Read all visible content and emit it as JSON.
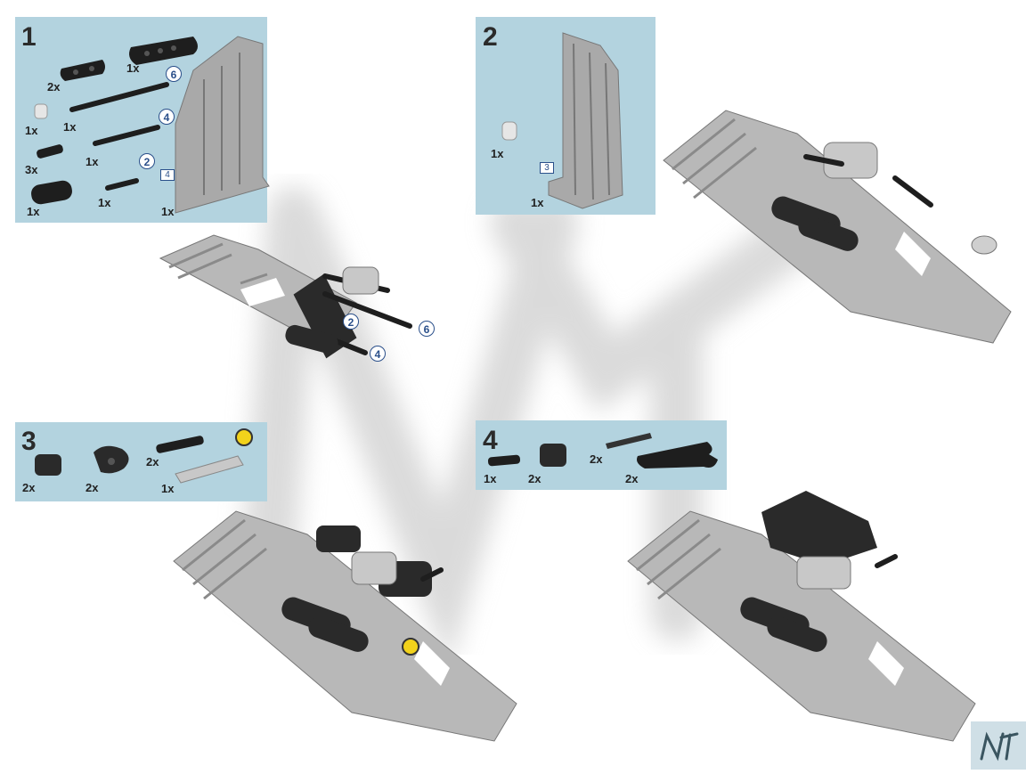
{
  "steps": [
    {
      "number": "1",
      "parts": [
        {
          "qty": "2x"
        },
        {
          "qty": "1x"
        },
        {
          "qty": "1x"
        },
        {
          "qty": "1x"
        },
        {
          "qty": "3x"
        },
        {
          "qty": "1x"
        },
        {
          "qty": "1x"
        },
        {
          "qty": "1x"
        },
        {
          "qty": "1x"
        }
      ],
      "axle_lengths": [
        "6",
        "4",
        "2"
      ],
      "submodel_ref": "4"
    },
    {
      "number": "2",
      "parts": [
        {
          "qty": "1x"
        },
        {
          "qty": "1x"
        }
      ],
      "submodel_ref": "3"
    },
    {
      "number": "3",
      "parts": [
        {
          "qty": "2x"
        },
        {
          "qty": "2x"
        },
        {
          "qty": "2x"
        },
        {
          "qty": "1x"
        }
      ]
    },
    {
      "number": "4",
      "parts": [
        {
          "qty": "1x"
        },
        {
          "qty": "2x"
        },
        {
          "qty": "2x"
        },
        {
          "qty": "2x"
        }
      ]
    }
  ],
  "callouts": {
    "c2": "2",
    "c6": "6",
    "c4": "4"
  },
  "logo_text": "NT",
  "colors": {
    "panel": "#b3d3df",
    "part_black": "#1e1e1e",
    "part_grey": "#a9a9a9",
    "highlight": "#f2d21b",
    "axle_label": "#2a4f8a"
  }
}
